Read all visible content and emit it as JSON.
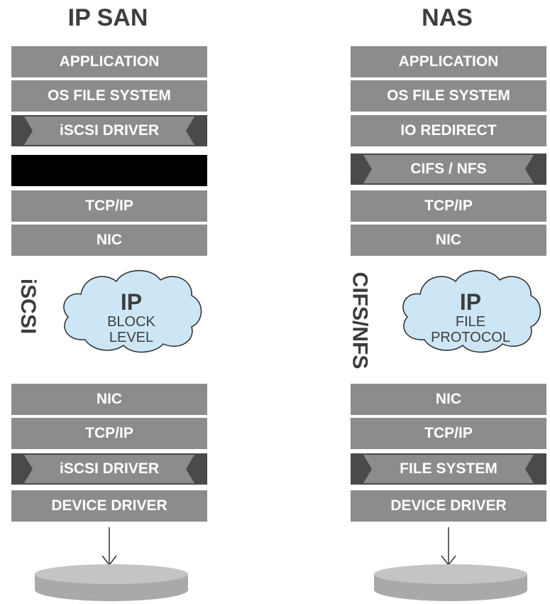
{
  "san": {
    "title": "IP SAN",
    "host_layers": [
      "APPLICATION",
      "OS FILE SYSTEM",
      "iSCSI DRIVER",
      "",
      "TCP/IP",
      "NIC"
    ],
    "protocol_label": "iSCSI",
    "cloud": {
      "title": "IP",
      "line1": "BLOCK",
      "line2": "LEVEL"
    },
    "target_layers": [
      "NIC",
      "TCP/IP",
      "iSCSI DRIVER",
      "DEVICE DRIVER"
    ]
  },
  "nas": {
    "title": "NAS",
    "host_layers": [
      "APPLICATION",
      "OS FILE SYSTEM",
      "IO REDIRECT",
      "CIFS / NFS",
      "TCP/IP",
      "NIC"
    ],
    "protocol_label": "CIFS/NFS",
    "cloud": {
      "title": "IP",
      "line1": "FILE",
      "line2": "PROTOCOL"
    },
    "target_layers": [
      "NIC",
      "TCP/IP",
      "FILE SYSTEM",
      "DEVICE DRIVER"
    ]
  },
  "colors": {
    "layer_gray": "#8c8c8c",
    "layer_dark": "#4a4a4a",
    "cloud_fill": "#cde6f5",
    "disk_fill": "#a9a9a9",
    "disk_top": "#c4c4c4"
  }
}
